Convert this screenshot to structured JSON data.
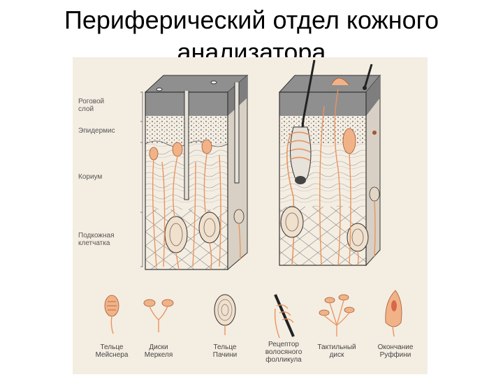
{
  "slide": {
    "title_line1": "Периферический отдел кожного",
    "title_line2": "анализатора"
  },
  "figure": {
    "layer_labels": [
      {
        "line1": "Роговой",
        "line2": "слой"
      },
      {
        "line1": "Эпидермис",
        "line2": ""
      },
      {
        "line1": "Кориум",
        "line2": ""
      },
      {
        "line1": "Подкожная",
        "line2": "клетчатка"
      }
    ],
    "receptors": [
      {
        "line1": "Тельце",
        "line2": "Мейснера",
        "line3": ""
      },
      {
        "line1": "Диски",
        "line2": "Меркеля",
        "line3": ""
      },
      {
        "line1": "Тельце",
        "line2": "Пачини",
        "line3": ""
      },
      {
        "line1": "Рецептор",
        "line2": "волосяного",
        "line3": "фолликула"
      },
      {
        "line1": "Тактильный",
        "line2": "диск",
        "line3": ""
      },
      {
        "line1": "Окончание",
        "line2": "Руффини",
        "line3": ""
      }
    ],
    "colors": {
      "background": "#f4ede2",
      "nerve": "#e8955e",
      "receptor_fill": "#f2b288",
      "line": "#333333",
      "stratum_corneum": "#8f8f8f"
    }
  }
}
